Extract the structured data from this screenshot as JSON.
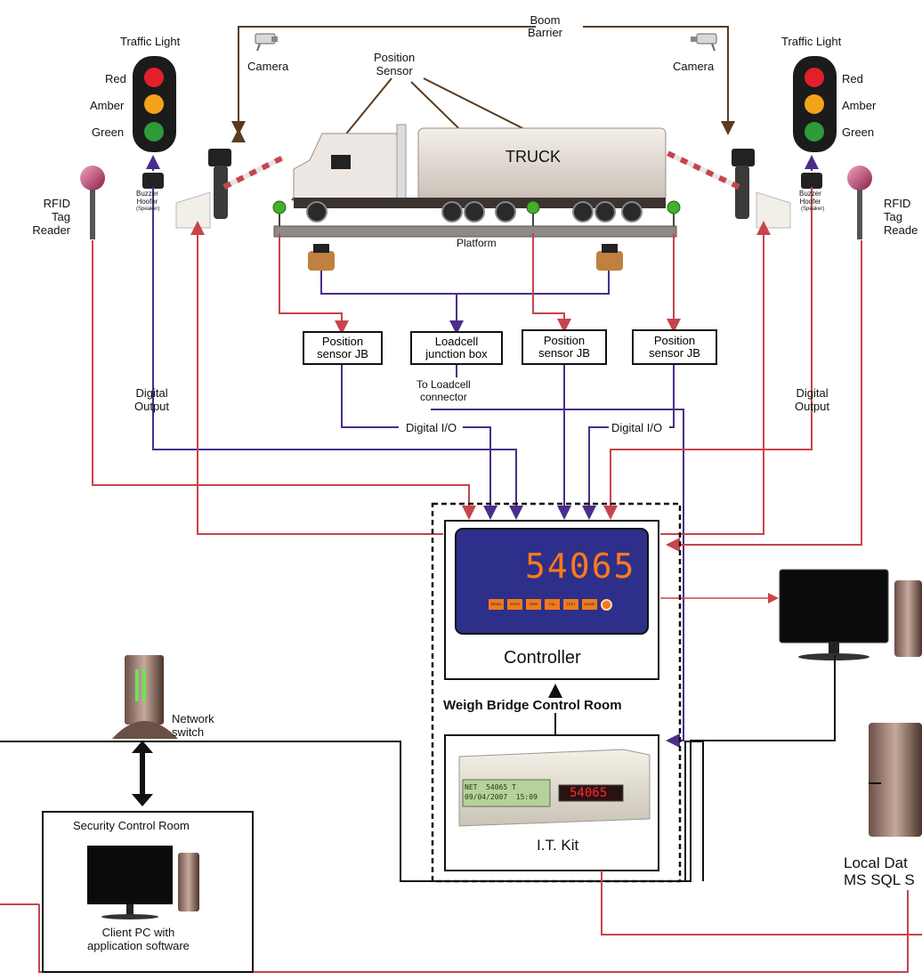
{
  "labels": {
    "boom_barrier": "Boom\nBarrier",
    "traffic_light_left": "Traffic Light",
    "traffic_light_right": "Traffic Light",
    "camera_left": "Camera",
    "camera_right": "Camera",
    "position_sensor": "Position\nSensor",
    "red_left": "Red",
    "amber_left": "Amber",
    "green_left": "Green",
    "red_right": "Red",
    "amber_right": "Amber",
    "green_right": "Green",
    "rfid_left": "RFID\nTag\nReader",
    "rfid_right": "RFID\nTag\nReade",
    "buzzer_left": "Buzzer\nHoofer",
    "buzzer_left_sub": "(Speaker)",
    "buzzer_right": "Buzzer\nHoofer",
    "buzzer_right_sub": "(Speaker)",
    "truck": "TRUCK",
    "platform": "Platform",
    "psjb1": "Position\nsensor JB",
    "loadcell_jb": "Loadcell\njunction box",
    "psjb2": "Position\nsensor JB",
    "psjb3": "Position\nsensor JB",
    "to_loadcell": "To Loadcell\nconnector",
    "digital_output_left": "Digital\nOutput",
    "digital_output_right": "Digital\nOutput",
    "digital_io_left": "Digital I/O",
    "digital_io_right": "Digital I/O",
    "controller_display": "54065",
    "controller_buttons": [
      "MENU",
      "ZERO",
      "TARE",
      "CAL",
      "TEST",
      "MODE"
    ],
    "controller": "Controller",
    "weigh_bridge_room": "Weigh Bridge Control Room",
    "it_kit": "I.T. Kit",
    "it_kit_display": "54065",
    "it_kit_lcd": "NET  54065 T\n09/04/2007  15:09",
    "network_switch": "Network\nswitch",
    "security_room": "Security Control Room",
    "client_pc": "Client PC with\napplication software",
    "local_db": "Local Dat\nMS SQL S"
  }
}
